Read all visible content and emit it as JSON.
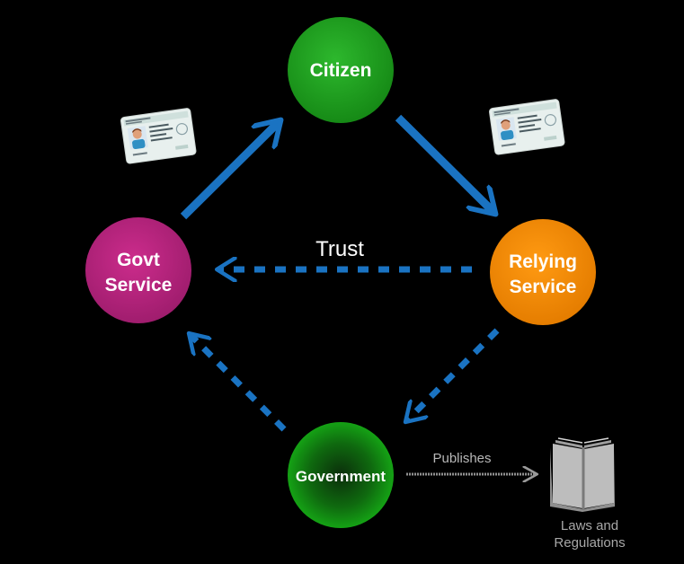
{
  "nodes": {
    "citizen": {
      "label": "Citizen",
      "color": "#1f9a1f"
    },
    "govt_service": {
      "label_line1": "Govt",
      "label_line2": "Service",
      "color": "#b8237e"
    },
    "relying_service": {
      "label_line1": "Relying",
      "label_line2": "Service",
      "color": "#f08a00"
    },
    "government": {
      "label": "Government",
      "color": "#15a815"
    }
  },
  "edges": {
    "trust_label": "Trust",
    "publishes_label": "Publishes",
    "arrow_color": "#1a73c2"
  },
  "laws": {
    "label_line1": "Laws and",
    "label_line2": "Regulations"
  },
  "icons": {
    "credential_card": "id-card-icon",
    "book": "book-icon"
  }
}
